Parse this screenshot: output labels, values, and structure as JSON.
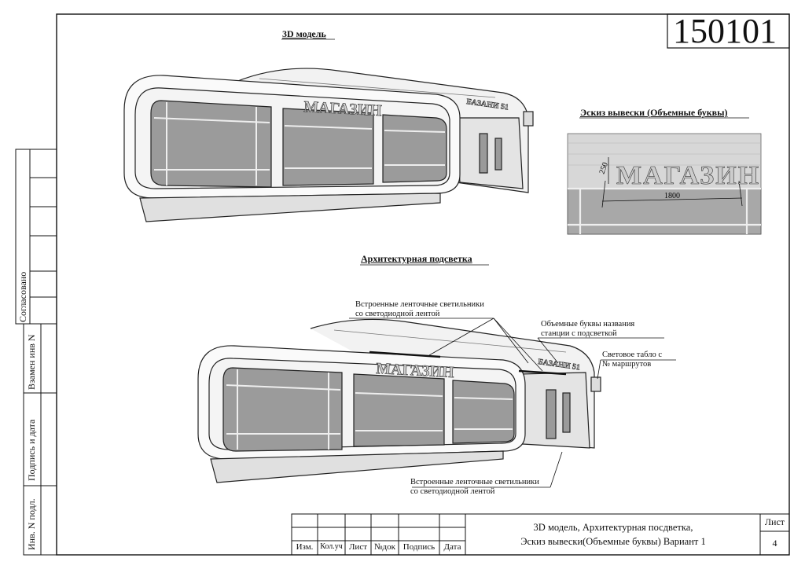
{
  "sheet_number": "150101",
  "titles": {
    "model": "3D модель",
    "sketch": "Эскиз вывески (Объемные буквы)",
    "lighting": "Архитектурная подсветка"
  },
  "facade": {
    "sign_text": "МАГАЗИН",
    "station_text": "БАЗАНИ 51"
  },
  "sketch": {
    "sign_text": "МАГАЗИН",
    "height_dim": "250",
    "width_dim": "1800"
  },
  "notes": {
    "strip_lights_top": [
      "Встроенные ленточные светильники",
      "со светодиодной лентой"
    ],
    "station_letters": [
      "Объемные  буквы названия",
      "станции с подсветкой"
    ],
    "route_board": [
      "Световое табло с",
      "№ маршрутов"
    ],
    "strip_lights_bottom": [
      "Встроенные ленточные светильники",
      "со светодиодной лентой"
    ]
  },
  "side_stamp": {
    "agreed": "Согласовано",
    "replace_inv": "Взамен инв N",
    "sign_date": "Подпись и дата",
    "inv_orig": "Инв. N подл."
  },
  "stamp": {
    "headers": [
      "Изм.",
      "Кол.уч",
      "Лист",
      "№док",
      "Подпись",
      "Дата"
    ],
    "title_line1": "3D модель, Архитектурная посдветка,",
    "title_line2": "Эскиз вывески(Объемные буквы)  Вариант 1",
    "sheet_label": "Лист",
    "sheet_value": "4"
  }
}
